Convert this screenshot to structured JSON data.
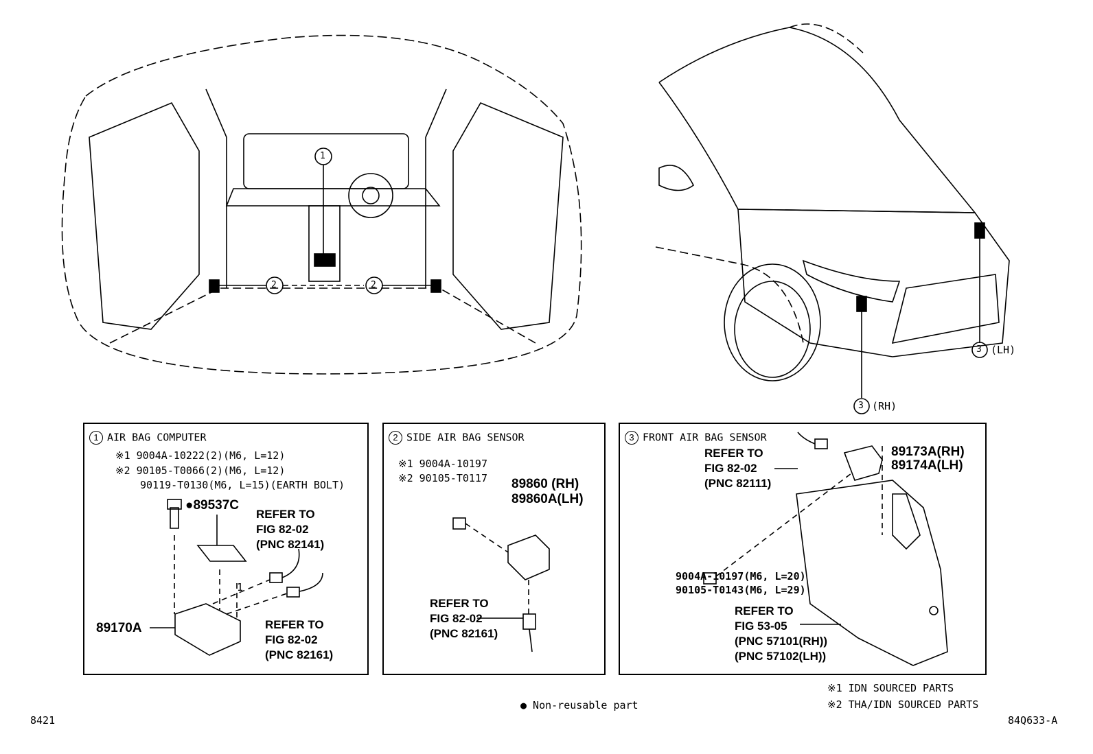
{
  "panels": {
    "airbag_computer": {
      "num": "1",
      "title": "AIR BAG COMPUTER",
      "bolt1": "※1 9004A-10222(2)(M6, L=12)",
      "bolt2": "※2 90105-T0066(2)(M6, L=12)",
      "earth_bolt": "90119-T0130(M6, L=15)(EARTH BOLT)",
      "clip_part": "●89537C",
      "refer1_a": "REFER TO",
      "refer1_b": "FIG 82-02",
      "refer1_c": "(PNC 82141)",
      "refer2_a": "REFER TO",
      "refer2_b": "FIG 82-02",
      "refer2_c": "(PNC 82161)",
      "computer_part": "89170A",
      "qty": "1"
    },
    "side_sensor": {
      "num": "2",
      "title": "SIDE AIR BAG SENSOR",
      "bolt1": "※1 9004A-10197",
      "bolt2": "※2 90105-T0117",
      "part_rh": "89860 (RH)",
      "part_lh": "89860A(LH)",
      "refer_a": "REFER TO",
      "refer_b": "FIG 82-02",
      "refer_c": "(PNC 82161)"
    },
    "front_sensor": {
      "num": "3",
      "title": "FRONT AIR BAG SENSOR",
      "refer1_a": "REFER TO",
      "refer1_b": "FIG 82-02",
      "refer1_c": "(PNC 82111)",
      "part_rh": "89173A(RH)",
      "part_lh": "89174A(LH)",
      "bolt1": "9004A-10197(M6, L=20)",
      "bolt2": "90105-T0143(M6, L=29)",
      "refer2_a": "REFER TO",
      "refer2_b": "FIG 53-05",
      "refer2_c": "(PNC 57101(RH))",
      "refer2_d": "(PNC 57102(LH))"
    }
  },
  "callouts": {
    "interior_1": "1",
    "interior_2a": "2",
    "interior_2b": "2",
    "front_rh_num": "3",
    "front_rh_side": "(RH)",
    "front_lh_num": "3",
    "front_lh_side": "(LH)"
  },
  "notes": {
    "note1": "※1 IDN SOURCED PARTS",
    "note2": "※2 THA/IDN SOURCED PARTS",
    "legend": "● Non-reusable part",
    "code_left": "8421",
    "code_right": "84Q633-A"
  }
}
